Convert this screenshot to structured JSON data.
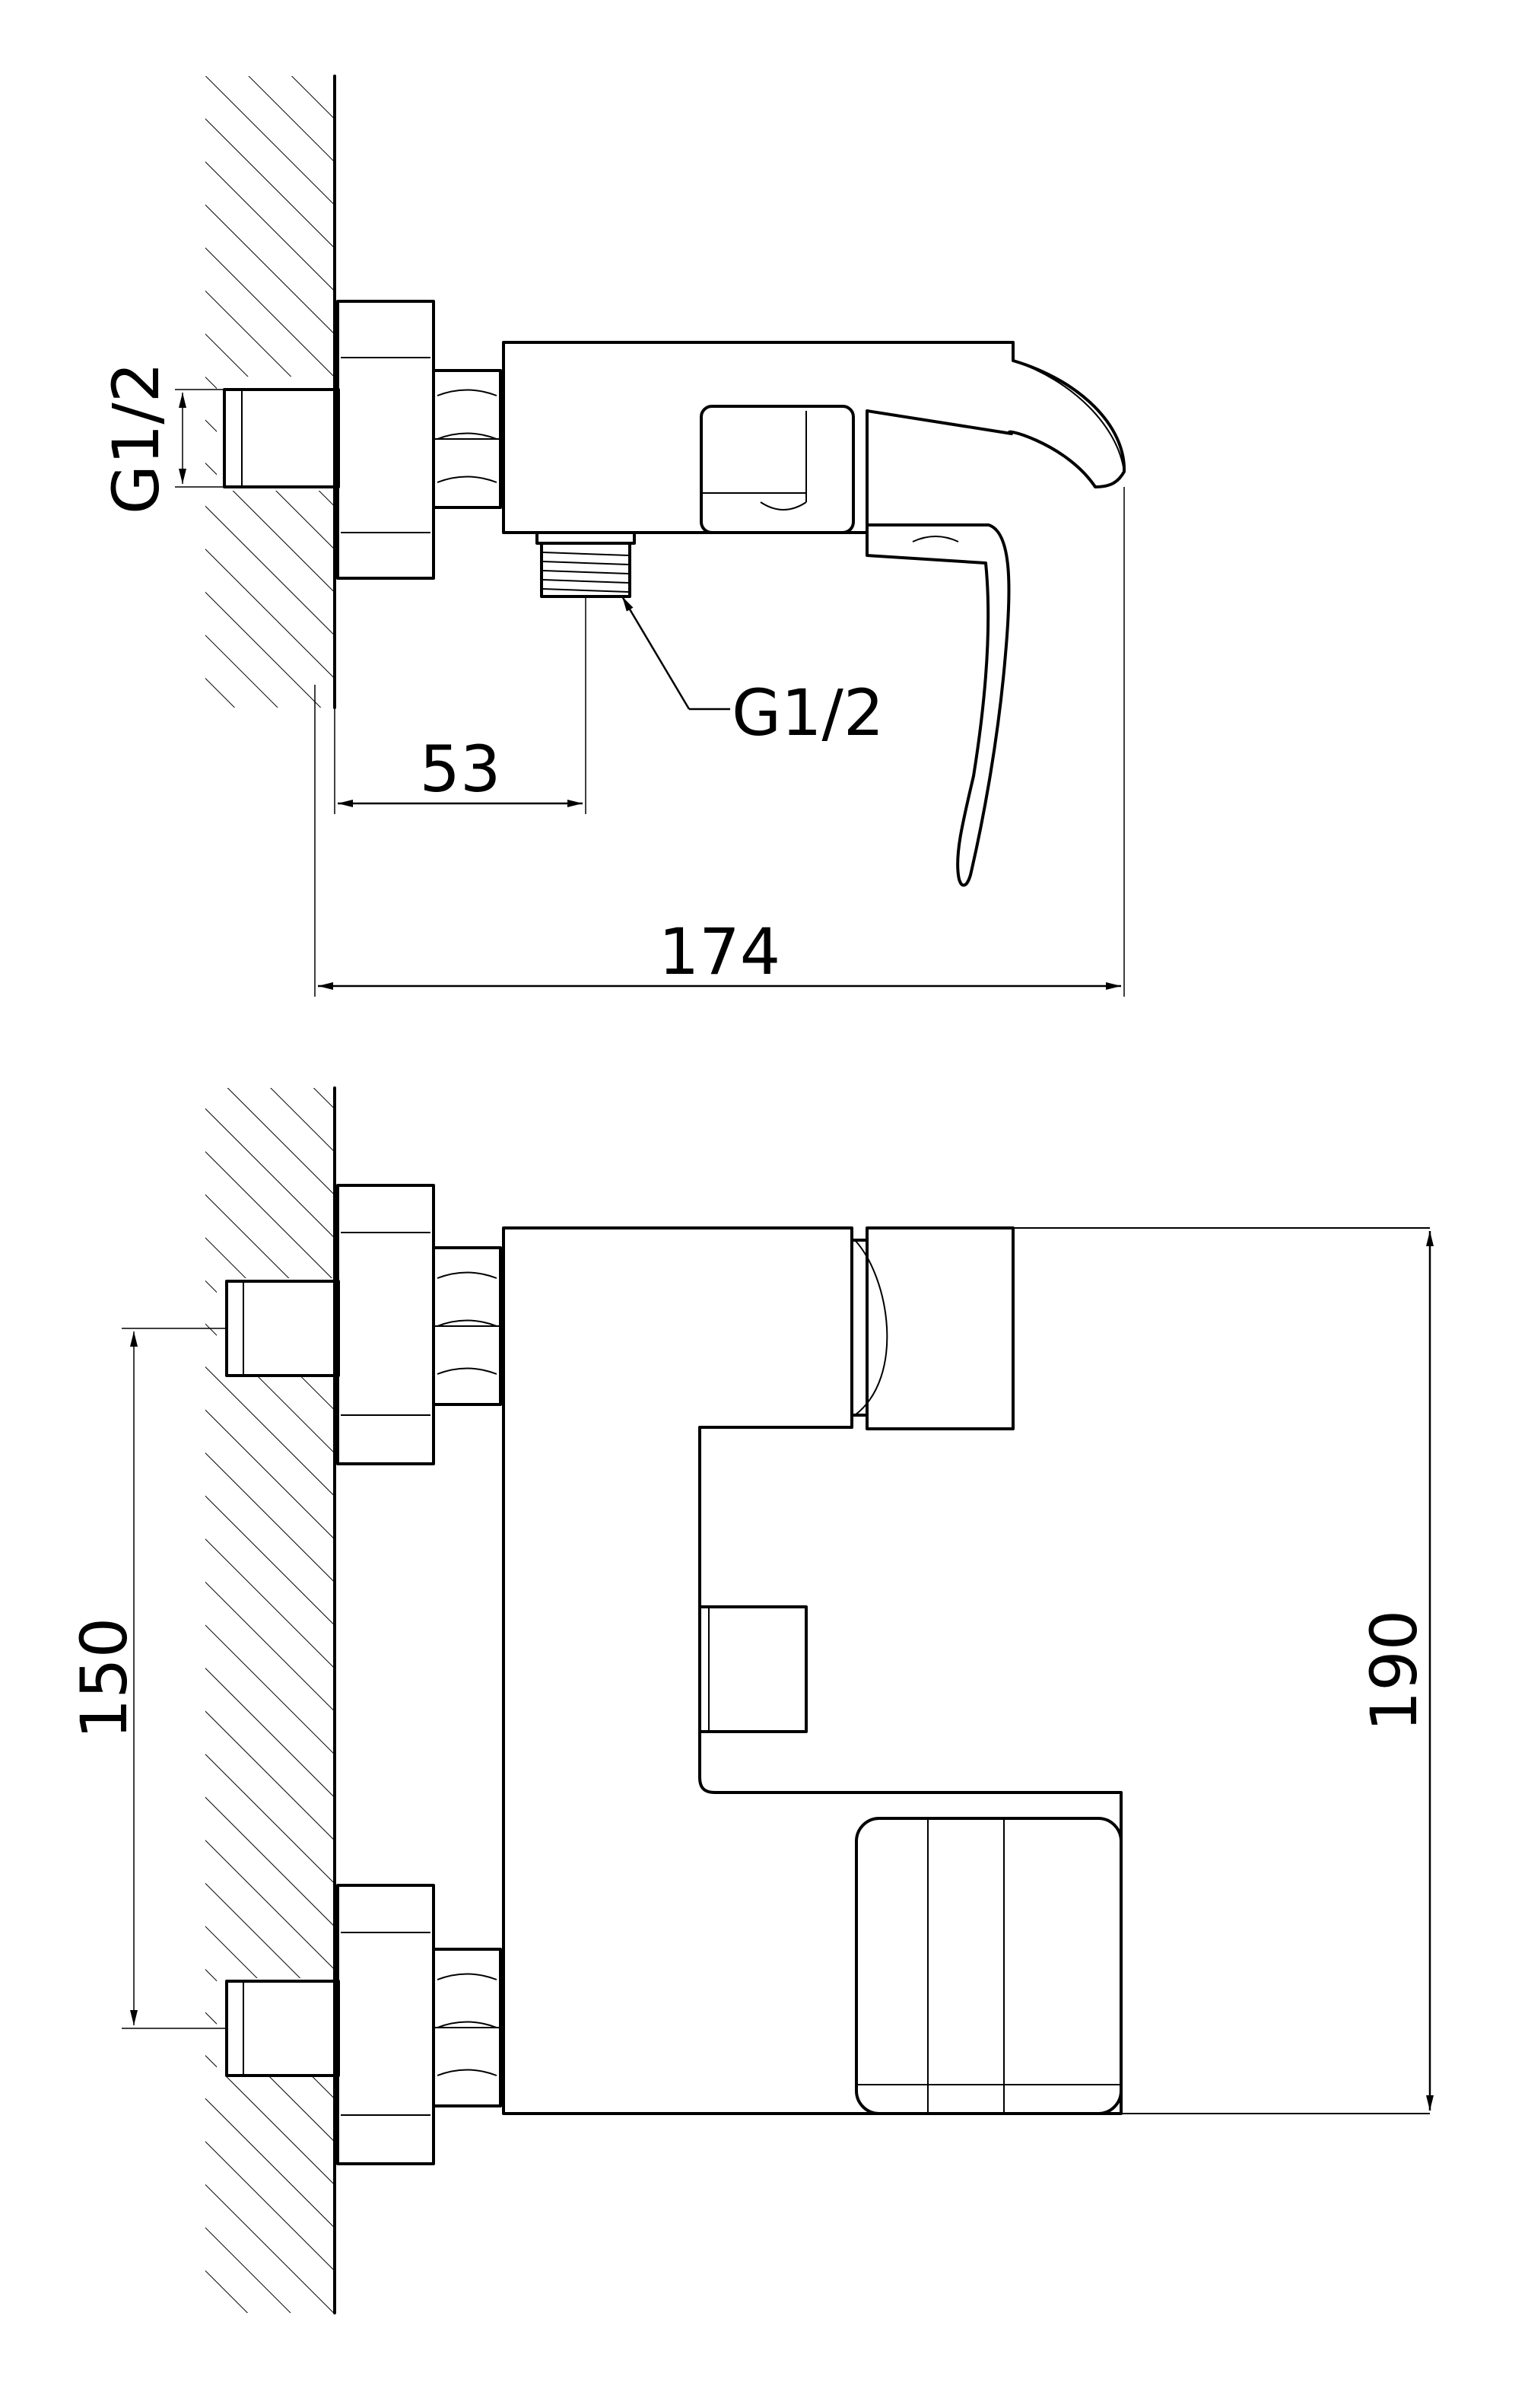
{
  "top_view": {
    "inlet_thread_label": "G1/2",
    "outlet_thread_label": "G1/2",
    "wall_to_outlet_label": "53",
    "total_depth_label": "174"
  },
  "front_view": {
    "inlet_spacing_label": "150",
    "height_label": "190"
  },
  "colors": {
    "ink": "#000000",
    "paper": "#ffffff"
  }
}
